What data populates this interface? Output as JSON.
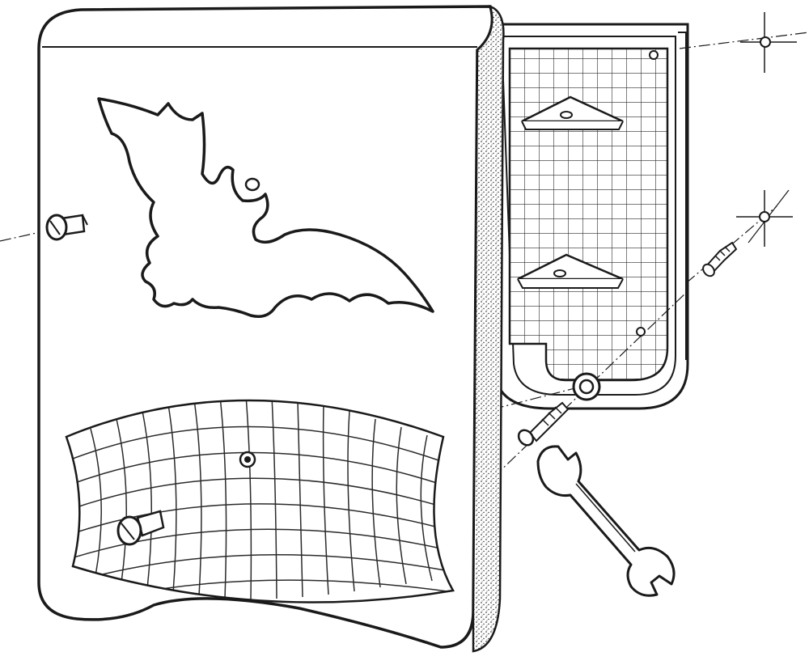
{
  "diagram": {
    "kind": "exploded-assembly",
    "parts": [
      {
        "id": "front-panel",
        "label": ""
      },
      {
        "id": "bat-silhouette",
        "label": ""
      },
      {
        "id": "tile-grid",
        "label": ""
      },
      {
        "id": "back-plate",
        "label": ""
      },
      {
        "id": "mounting-bracket",
        "label": ""
      },
      {
        "id": "screw",
        "label": ""
      },
      {
        "id": "bolt",
        "label": ""
      },
      {
        "id": "washer",
        "label": ""
      },
      {
        "id": "wrench",
        "label": ""
      },
      {
        "id": "wall-fixing-point",
        "label": ""
      }
    ],
    "colors": {
      "ink": "#1a1a1a",
      "paper": "#ffffff",
      "grid": "#2a2a2a"
    }
  }
}
